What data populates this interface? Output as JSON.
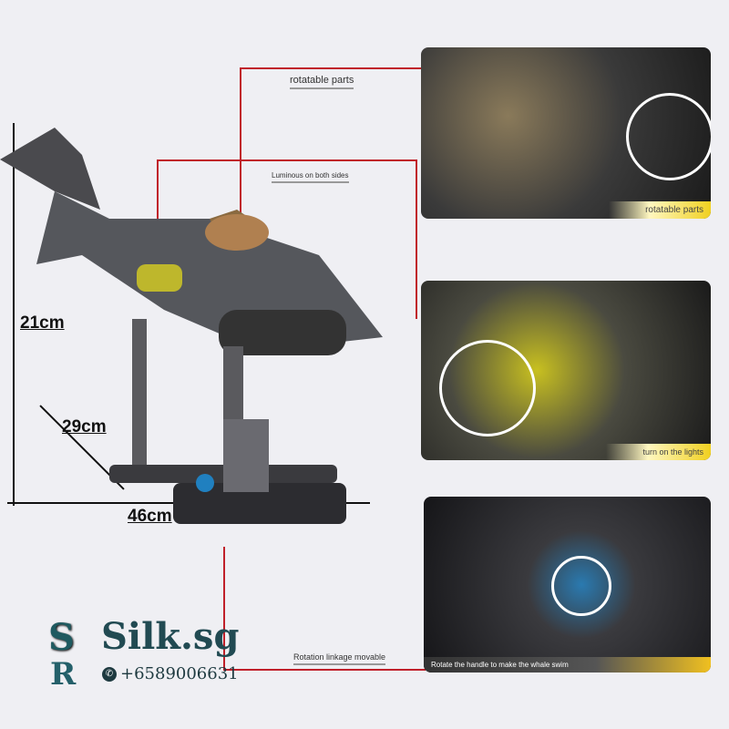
{
  "dimensions": {
    "height": "21cm",
    "depth": "29cm",
    "width": "46cm"
  },
  "callouts": {
    "top": "rotatable parts",
    "middle": "Luminous on both sides",
    "bottom": "Rotation linkage movable"
  },
  "panels": [
    {
      "tag": "rotatable parts"
    },
    {
      "tag": "turn on the lights"
    },
    {
      "tag": "Rotate the handle to make the whale swim"
    }
  ],
  "brand": {
    "logo_letters": "SR",
    "name": "Silk.sg",
    "phone": "+6589006631"
  },
  "colors": {
    "callout_line": "#c0202a",
    "background": "#efeff3",
    "tag_yellow": "#f0d020"
  }
}
